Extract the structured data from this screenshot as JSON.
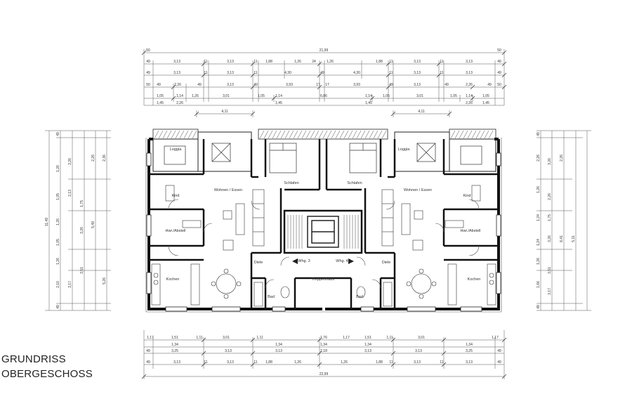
{
  "title": {
    "line1": "GRUNDRISS",
    "line2": "OBERGESCHOSS"
  },
  "rooms": {
    "loggia_l": "Loggia",
    "loggia_r": "Loggia",
    "kind_l": "Kind",
    "kind_r": "Kind",
    "wohnen_l": "Wohnen / Essen",
    "wohnen_r": "Wohnen / Essen",
    "schlafen_l": "Schlafen",
    "schlafen_r": "Schlafen",
    "hwr_l": "Hwr./Abstell",
    "hwr_r": "Hwr./Abstell",
    "diele_l": "Diele",
    "diele_r": "Diele",
    "whg3": "Whg. 3",
    "whg4": "Whg. 4",
    "kochen_l": "Kochen",
    "kochen_r": "Kochen",
    "bad_l": "Bad",
    "bad_r": "Bad",
    "treppenhaus": "Treppenhaus"
  },
  "dims": {
    "top_total": "21,99",
    "top_edge": "50",
    "top_row2": [
      "49",
      "3,13",
      "11",
      "3,13",
      "11",
      "1,88",
      "1,26",
      "24",
      "1,26",
      "1,88",
      "11",
      "3,13",
      "11",
      "3,13",
      "49"
    ],
    "top_row3": [
      "49",
      "3,13",
      "11",
      "3,13",
      "11",
      "4,30",
      "49",
      "4,30",
      "11",
      "3,13",
      "11",
      "3,13",
      "49"
    ],
    "top_row4": [
      "50",
      "49",
      "2,26",
      "49",
      "3,13",
      "49",
      "3,93",
      "17",
      "17",
      "3,93",
      "49",
      "3,13",
      "49",
      "2,26",
      "49",
      "50"
    ],
    "top_row5": [
      "1,05",
      "1,14",
      "1,26",
      "3,01",
      "1,05",
      "1,14",
      "6,86",
      "1,14",
      "1,05",
      "3,01",
      "1,05",
      "1,14",
      "1,05"
    ],
    "top_row6": [
      "1,45",
      "2,26",
      "1,45",
      "1,45",
      "2,26",
      "1,45"
    ],
    "top_411_l": "4,11",
    "top_411_r": "4,11",
    "bottom_row1": [
      "1,17",
      "1,51",
      "1,11",
      "3,01",
      "1,11",
      "1,76",
      "1,17",
      "1,51",
      "1,11",
      "3,01",
      "1,17"
    ],
    "bottom_row2": [
      "1,34",
      "1,34",
      "1,34",
      "1,34",
      "1,34"
    ],
    "bottom_row3": [
      "49",
      "3,25",
      "3,13",
      "3,13",
      "2,18",
      "3,13",
      "3,13",
      "3,25",
      "49"
    ],
    "bottom_row4": [
      "49",
      "3,13",
      "11",
      "3,13",
      "11",
      "1,88",
      "1,26",
      "1,26",
      "1,88",
      "11",
      "3,13",
      "11",
      "3,13",
      "49"
    ],
    "bottom_total": "22,99",
    "left_total": "11,49",
    "left_a": [
      "49",
      "1,26",
      "1,05",
      "1,26",
      "1,05",
      "1,26",
      "2,16",
      "49"
    ],
    "left_b": [
      "3,26",
      "2,13",
      "1,75",
      "3,26",
      "3,51",
      "3,17"
    ],
    "left_c": [
      "2,26",
      "5,49",
      "5,26",
      "2,36"
    ],
    "right_a": [
      "49",
      "2,26",
      "1,26",
      "1,24",
      "1,24",
      "1,26",
      "1,66",
      "49"
    ],
    "right_b": [
      "3,26",
      "2,26",
      "1,75",
      "3,26",
      "3,51",
      "3,17"
    ],
    "right_c": [
      "2,26",
      "8,41",
      "5,11"
    ]
  }
}
